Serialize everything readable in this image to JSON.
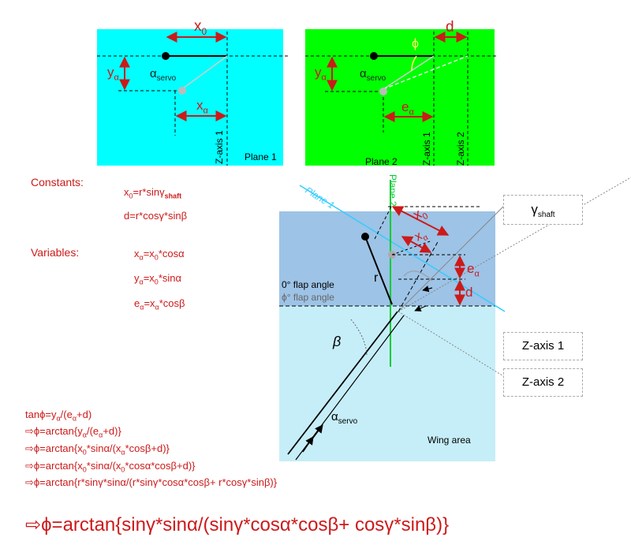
{
  "colors": {
    "plane1": "#00ffff",
    "plane2": "#00ff00",
    "wing_dark": "#9dc3e6",
    "wing_light": "#c6eef8",
    "accent_red": "#cc1a1a",
    "plane2_line": "#00cc33",
    "plane1_line": "#33ccff"
  },
  "plane1": {
    "x0": "x",
    "x0_sub": "0",
    "y_alpha": "y",
    "x_alpha": "x",
    "alpha_sub": "α",
    "alpha_servo": "α",
    "servo_sub": "servo",
    "zaxis1": "Z-axis 1",
    "name": "Plane 1"
  },
  "plane2": {
    "d": "d",
    "phi": "ϕ",
    "y_alpha": "y",
    "e_alpha": "e",
    "alpha_sub": "α",
    "alpha_servo": "α",
    "servo_sub": "servo",
    "zaxis1": "Z-axis 1",
    "zaxis2": "Z-axis 2",
    "name": "Plane 2"
  },
  "constants": {
    "heading": "Constants:",
    "line1": "x0=r*sinγshaft",
    "line2": "d=r*cosγ*sinβ"
  },
  "variables": {
    "heading": "Variables:",
    "line1": "xα=x0*cosα",
    "line2": "yα=x0*sinα",
    "line3": "eα=xα*cosβ"
  },
  "derivation": [
    "tanϕ=yα/(eα+d)",
    "⇨ϕ=arctan{yα/(eα+d)}",
    "⇨ϕ=arctan{x0*sinα/(xα*cosβ+d)}",
    "⇨ϕ=arctan{x0*sinα/(x0*cosα*cosβ+d)}",
    "⇨ϕ=arctan{r*sinγ*sinα/(r*sinγ*cosα*cosβ+ r*cosγ*sinβ)}"
  ],
  "final_formula": "⇨ϕ=arctan{sinγ*sinα/(sinγ*cosα*cosβ+ cosγ*sinβ)}",
  "wing": {
    "plane1_label": "Plane 1",
    "plane2_label": "Plane 2",
    "x0": "x",
    "x0_sub": "0",
    "x_alpha": "x",
    "alpha_sub": "α",
    "e_alpha": "e",
    "d": "d",
    "r": "r",
    "flap0": "0° flap angle",
    "flapphi": "ϕ° flap angle",
    "beta": "β",
    "alpha_servo": "α",
    "servo_sub": "servo",
    "wing_area": "Wing area"
  },
  "boxes": {
    "gamma_shaft": "γ",
    "gamma_sub": "shaft",
    "zaxis1": "Z-axis 1",
    "zaxis2": "Z-axis 2"
  }
}
